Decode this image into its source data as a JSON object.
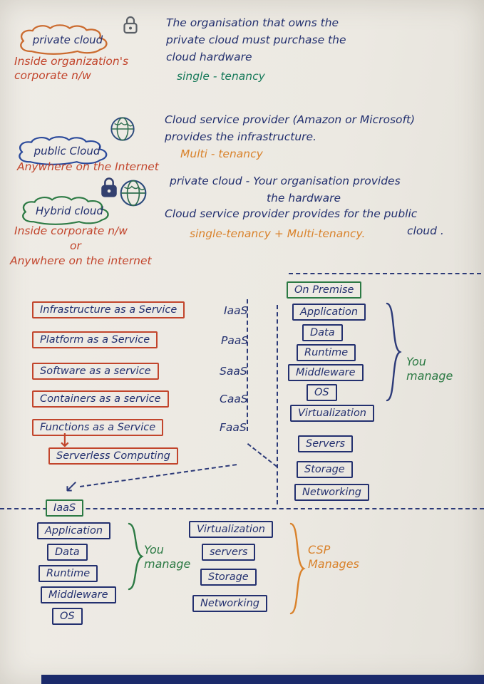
{
  "colors": {
    "ink": "#23306f",
    "red": "#c2452c",
    "orange": "#d9822b",
    "green": "#2c7a44",
    "teal": "#177a5a",
    "blue": "#2b4a9b"
  },
  "clouds": {
    "private": {
      "label": "private cloud",
      "note": [
        "The organisation that owns the",
        "private cloud must purchase the",
        "cloud hardware"
      ],
      "tenancy": "single - tenancy",
      "location": [
        "Inside organization's",
        "corporate n/w"
      ]
    },
    "public": {
      "label": "public Cloud",
      "note": [
        "Cloud service provider (Amazon or Microsoft)",
        "provides the infrastructure."
      ],
      "tenancy": "Multi - tenancy",
      "location": [
        "Anywhere on the Internet"
      ]
    },
    "hybrid": {
      "label": "Hybrid cloud",
      "note1": [
        "private cloud - Your organisation provides",
        "the hardware"
      ],
      "note2": [
        "Cloud service provider provides for the public",
        "cloud ."
      ],
      "tenancy": "single-tenancy + Multi-tenancy.",
      "location": [
        "Inside corporate n/w",
        "or",
        "Anywhere on the internet"
      ]
    }
  },
  "services": [
    {
      "name": "Infrastructure as a Service",
      "abbr": "IaaS"
    },
    {
      "name": "Platform as a Service",
      "abbr": "PaaS"
    },
    {
      "name": "Software as a service",
      "abbr": "SaaS"
    },
    {
      "name": "Containers as a service",
      "abbr": "CaaS"
    },
    {
      "name": "Functions as a Service",
      "abbr": "FaaS"
    }
  ],
  "serverless_label": "Serverless Computing",
  "on_premise": {
    "title": "On Premise",
    "layers": [
      "Application",
      "Data",
      "Runtime",
      "Middleware",
      "OS",
      "Virtualization",
      "Servers",
      "Storage",
      "Networking"
    ],
    "manage_label": "You manage"
  },
  "iaas": {
    "title": "IaaS",
    "customer_layers": [
      "Application",
      "Data",
      "Runtime",
      "Middleware",
      "OS"
    ],
    "customer_label": "You manage",
    "csp_layers": [
      "Virtualization",
      "servers",
      "Storage",
      "Networking"
    ],
    "csp_label": "CSP Manages"
  }
}
